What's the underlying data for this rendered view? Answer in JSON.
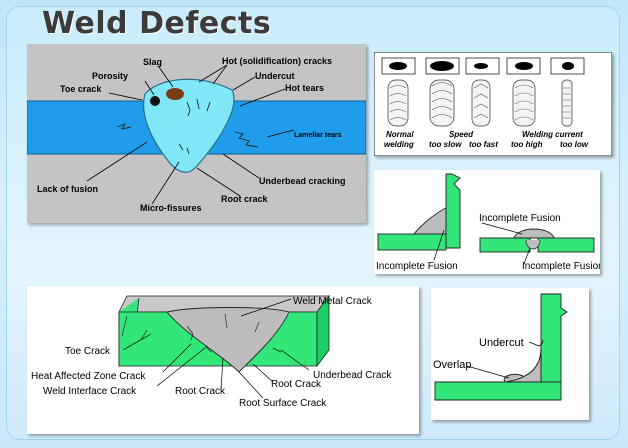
{
  "title": "Weld Defects",
  "panel1": {
    "labels": {
      "slag": "Slag",
      "hot_cracks": "Hot (solidification) cracks",
      "porosity": "Porosity",
      "undercut": "Undercut",
      "toe_crack": "Toe crack",
      "hot_tears": "Hot tears",
      "lamellar_tears": "Lamellar tears",
      "underbead_cracking": "Underbead cracking",
      "lack_of_fusion": "Lack of fusion",
      "root_crack": "Root crack",
      "micro_fissures": "Micro-fissures"
    }
  },
  "panel2": {
    "captions": [
      {
        "line1": "Normal",
        "line2": "welding"
      },
      {
        "line1": "Speed",
        "line2": "too slow"
      },
      {
        "line1": "",
        "line2": "too fast"
      },
      {
        "line1": "Welding current",
        "line2": "too high"
      },
      {
        "line1": "",
        "line2": "too low"
      }
    ]
  },
  "panel3": {
    "labels": {
      "incomplete_fusion_top": "Incomplete Fusion",
      "incomplete_fusion_left": "Incomplete Fusion",
      "incomplete_fusion_right": "Incomplete Fusion"
    }
  },
  "panel4": {
    "labels": {
      "weld_metal_crack": "Weld Metal Crack",
      "toe_crack": "Toe Crack",
      "haz_crack": "Heat Affected Zone Crack",
      "weld_interface_crack": "Weld Interface Crack",
      "root_crack_1": "Root Crack",
      "root_crack_2": "Root Crack",
      "underbead_crack": "Underbead Crack",
      "root_surface_crack": "Root Surface Crack"
    }
  },
  "panel5": {
    "labels": {
      "undercut": "Undercut",
      "overlap": "Overlap"
    }
  },
  "colors": {
    "plate_blue": "#1f9dea",
    "weld_cyan": "#7fe7f5",
    "plate_green": "#33e67a",
    "weld_gray": "#bdbdbd",
    "panel1_bg": "#c4c4c4"
  }
}
